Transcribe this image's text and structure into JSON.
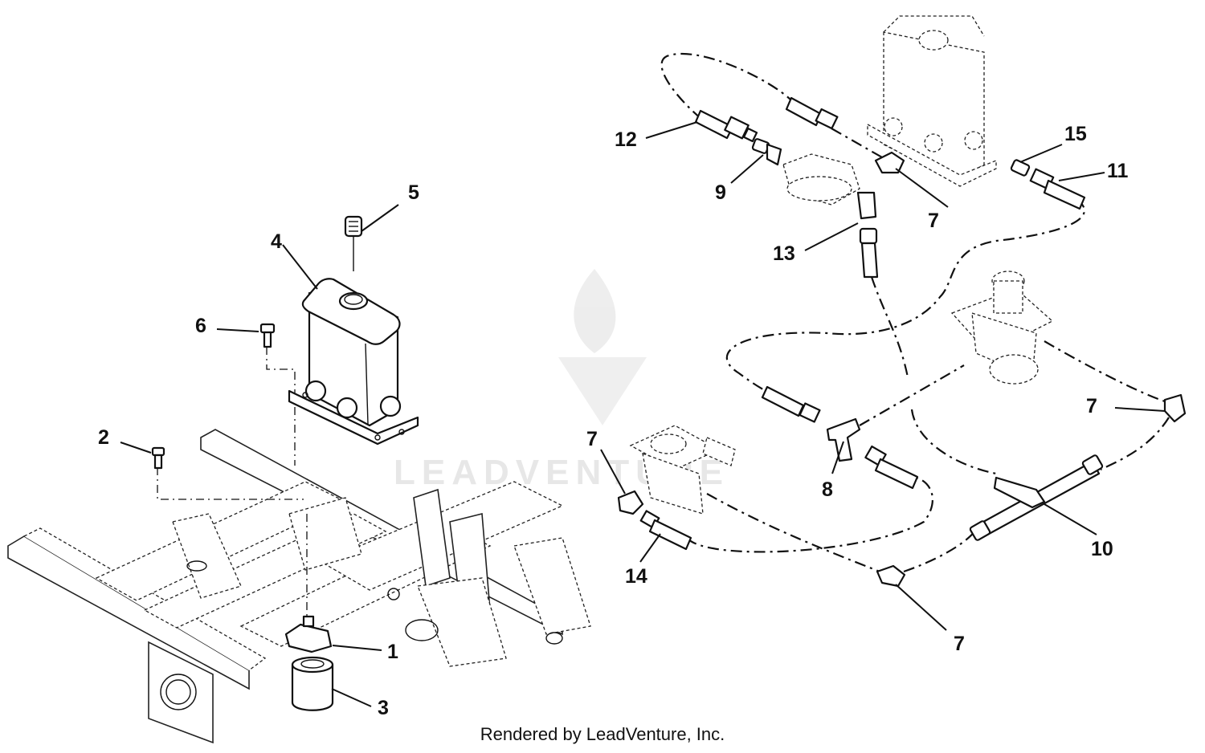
{
  "watermark": "LEADVENTURE",
  "footer": "Rendered by LeadVenture, Inc.",
  "callouts": [
    "1",
    "2",
    "3",
    "4",
    "5",
    "6",
    "7",
    "8",
    "9",
    "10",
    "11",
    "12",
    "13",
    "14",
    "15"
  ]
}
